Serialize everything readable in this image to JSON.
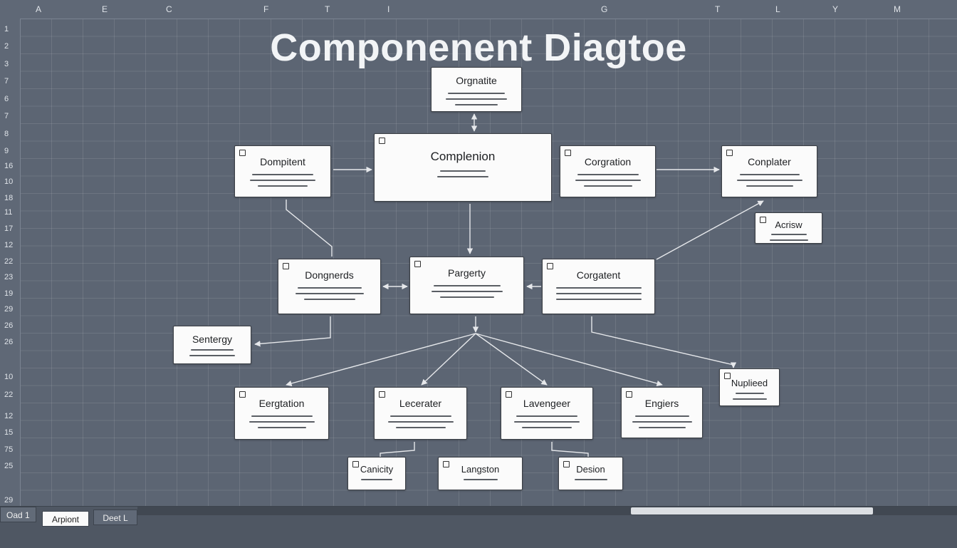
{
  "title": "Componenent Diagtoe",
  "columns": [
    "A",
    "E",
    "C",
    "F",
    "T",
    "I",
    "G",
    "T",
    "L",
    "Y",
    "M"
  ],
  "rows": [
    "1",
    "2",
    "3",
    "7",
    "6",
    "7",
    "8",
    "9",
    "16",
    "10",
    "18",
    "11",
    "17",
    "12",
    "22",
    "23",
    "19",
    "29",
    "26",
    "26",
    "10",
    "22",
    "12",
    "15",
    "75",
    "25",
    "29"
  ],
  "nodes": [
    {
      "id": "orgnatite",
      "title": "Orgnatite",
      "icon": false
    },
    {
      "id": "dompitent",
      "title": "Dompitent",
      "icon": true
    },
    {
      "id": "complenion",
      "title": "Complenion",
      "icon": true
    },
    {
      "id": "corgration",
      "title": "Corgration",
      "icon": true
    },
    {
      "id": "conplater",
      "title": "Conplater",
      "icon": true
    },
    {
      "id": "acrisw",
      "title": "Acrisw",
      "icon": true
    },
    {
      "id": "dongnerds",
      "title": "Dongnerds",
      "icon": true
    },
    {
      "id": "pargerty",
      "title": "Pargerty",
      "icon": true
    },
    {
      "id": "corgatent",
      "title": "Corgatent",
      "icon": true
    },
    {
      "id": "sentergy",
      "title": "Sentergy",
      "icon": false
    },
    {
      "id": "nuplieed",
      "title": "Nuplieed",
      "icon": true
    },
    {
      "id": "eergtation",
      "title": "Eergtation",
      "icon": true
    },
    {
      "id": "lecerater",
      "title": "Lecerater",
      "icon": true
    },
    {
      "id": "lavengeer",
      "title": "Lavengeer",
      "icon": true
    },
    {
      "id": "engiers",
      "title": "Engiers",
      "icon": true
    },
    {
      "id": "canicity",
      "title": "Canicity",
      "icon": true
    },
    {
      "id": "langston",
      "title": "Langston",
      "icon": true
    },
    {
      "id": "desion",
      "title": "Desion",
      "icon": true
    }
  ],
  "sheet_tabs": [
    "Oad 1",
    "Arpiont",
    "Deet L"
  ],
  "colors": {
    "background": "#5c6573",
    "grid": "#727b88",
    "node_fill": "#fbfbfb",
    "connector": "#e6e8eb"
  }
}
